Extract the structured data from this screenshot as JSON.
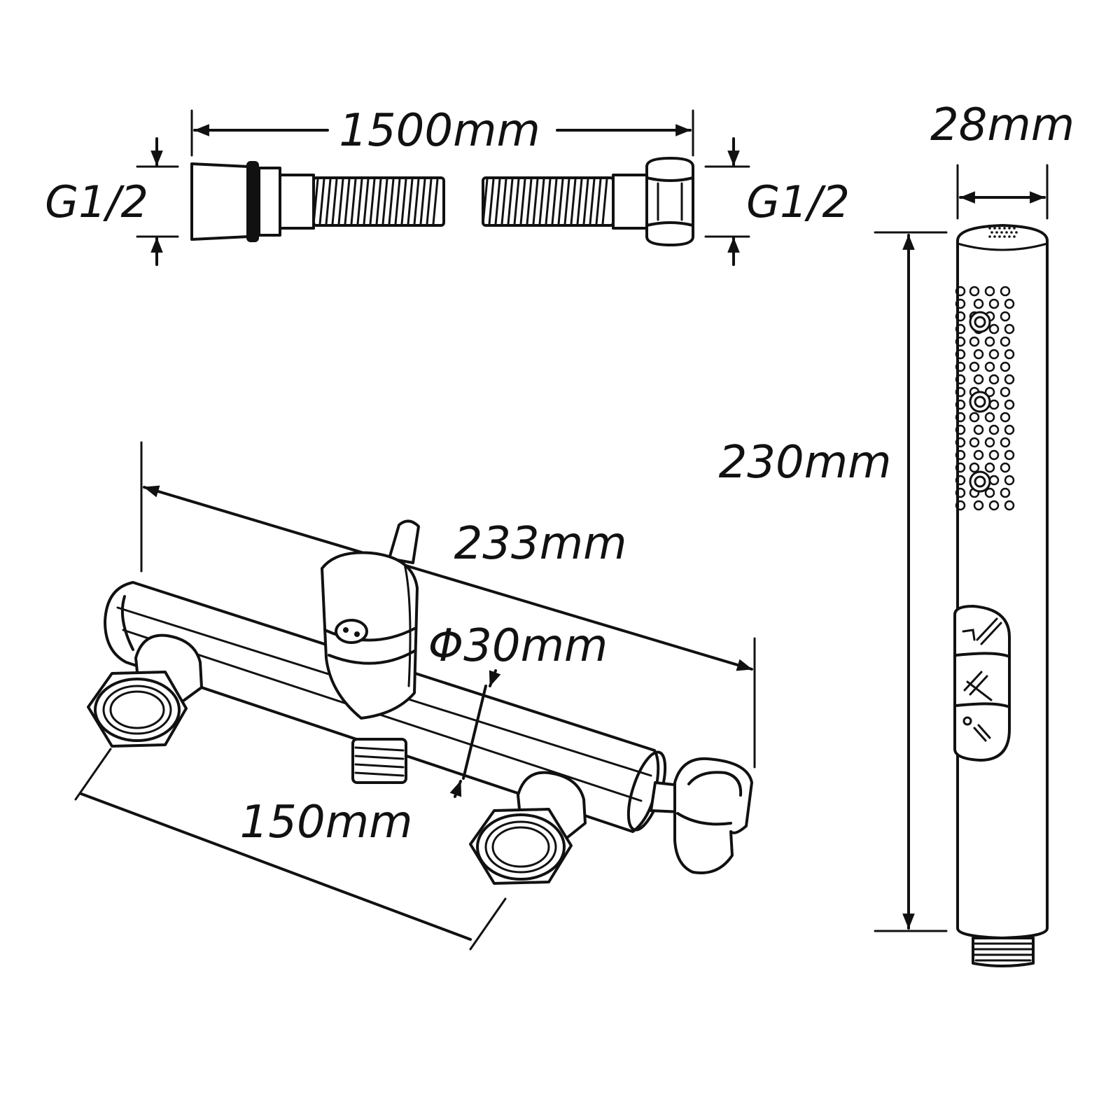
{
  "hose": {
    "length_label": "1500mm",
    "thread_left_label": "G1/2",
    "thread_right_label": "G1/2"
  },
  "mixer": {
    "length_label": "233mm",
    "diameter_label": "Φ30mm",
    "center_distance_label": "150mm"
  },
  "hand_shower": {
    "width_label": "28mm",
    "height_label": "230mm"
  }
}
